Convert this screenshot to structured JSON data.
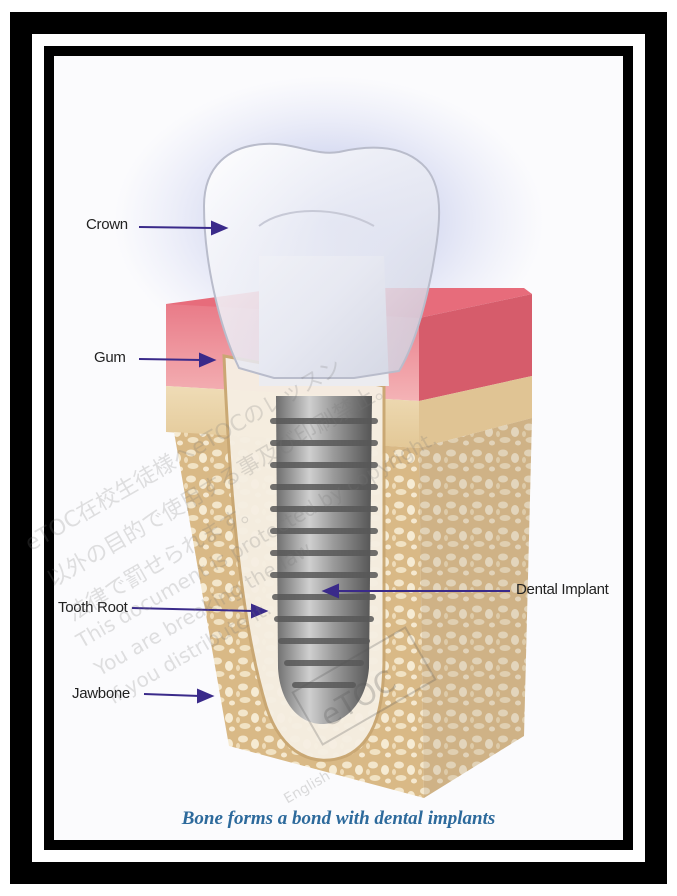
{
  "labels": {
    "crown": "Crown",
    "gum": "Gum",
    "tooth_root": "Tooth Root",
    "jawbone": "Jawbone",
    "dental_implant": "Dental Implant"
  },
  "caption": "Bone forms a bond with dental implants",
  "colors": {
    "frame": "#000000",
    "gum": "#e57a86",
    "bone": "#e8d2a6",
    "arrow": "#3a2a8a",
    "caption": "#2d6a9c"
  },
  "watermark": {
    "line1": "eTOC在校生徒様へeTOCのレッスン",
    "line2": "以外の目的で使用する事及び印刷禁止。",
    "line3": "法律で罰せられます。",
    "line4": "This document is protected by copyright.",
    "line5": "You are breaking the law",
    "line6": "if you distribute it.",
    "logo_text": "eTOC",
    "logo_sub": "English"
  }
}
